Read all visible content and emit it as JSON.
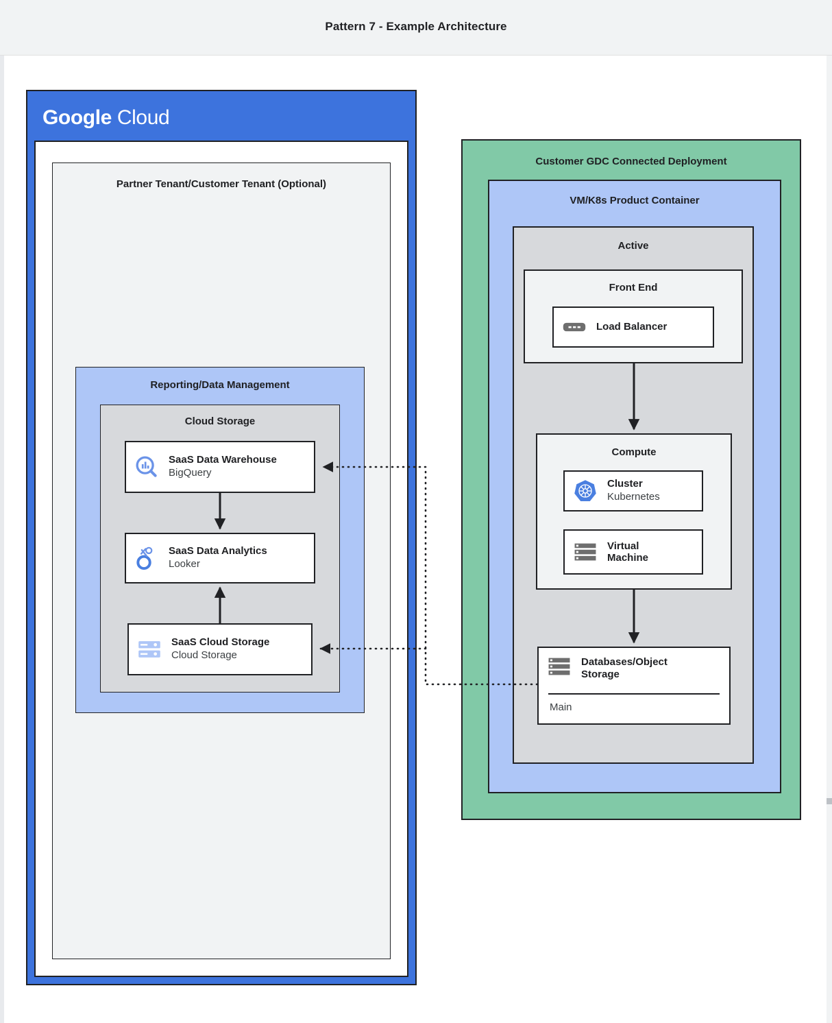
{
  "header": {
    "title": "Pattern 7 - Example Architecture"
  },
  "colors": {
    "google_blue": "#3d73dd",
    "light_blue": "#aec6f7",
    "green": "#81c9a7",
    "gray": "#d7d9dc",
    "light_gray": "#f1f3f4",
    "stroke": "#202124",
    "icon_blue": "#6b93e8",
    "icon_gray": "#6e6e6e",
    "header_bg": "#f1f3f4"
  },
  "google_cloud": {
    "logo_bold": "Google",
    "logo_light": "Cloud",
    "tenant": {
      "title": "Partner Tenant/Customer Tenant (Optional)"
    },
    "reporting": {
      "title": "Reporting/Data Management",
      "cloud_storage": {
        "title": "Cloud Storage",
        "cards": [
          {
            "icon": "bigquery-icon",
            "primary": "SaaS Data Warehouse",
            "secondary": "BigQuery"
          },
          {
            "icon": "looker-icon",
            "primary": "SaaS Data Analytics",
            "secondary": "Looker"
          },
          {
            "icon": "cloud-storage-icon",
            "primary": "SaaS Cloud Storage",
            "secondary": "Cloud Storage"
          }
        ]
      }
    }
  },
  "gdc": {
    "title": "Customer GDC Connected Deployment",
    "product_container": {
      "title": "VM/K8s Product Container",
      "active": {
        "title": "Active",
        "front_end": {
          "title": "Front End",
          "card": {
            "icon": "load-balancer-icon",
            "primary": "Load Balancer"
          }
        },
        "compute": {
          "title": "Compute",
          "cards": [
            {
              "icon": "kubernetes-icon",
              "primary": "Cluster",
              "secondary": "Kubernetes"
            },
            {
              "icon": "virtual-machine-icon",
              "primary": "Virtual\nMachine"
            }
          ]
        },
        "database": {
          "icon": "database-icon",
          "primary": "Databases/Object\nStorage",
          "secondary": "Main"
        }
      }
    }
  },
  "connectors": [
    {
      "from": "SaaS Data Warehouse",
      "to": "Databases/Object Storage",
      "style": "dotted",
      "direction": "left"
    },
    {
      "from": "SaaS Cloud Storage",
      "to": "Databases/Object Storage",
      "style": "dotted",
      "direction": "left"
    },
    {
      "from": "SaaS Data Warehouse",
      "to": "SaaS Data Analytics",
      "style": "solid",
      "direction": "down"
    },
    {
      "from": "SaaS Cloud Storage",
      "to": "SaaS Data Analytics",
      "style": "solid",
      "direction": "up"
    },
    {
      "from": "Load Balancer",
      "to": "Compute",
      "style": "solid",
      "direction": "down"
    },
    {
      "from": "Compute",
      "to": "Databases/Object Storage",
      "style": "solid",
      "direction": "down"
    }
  ]
}
